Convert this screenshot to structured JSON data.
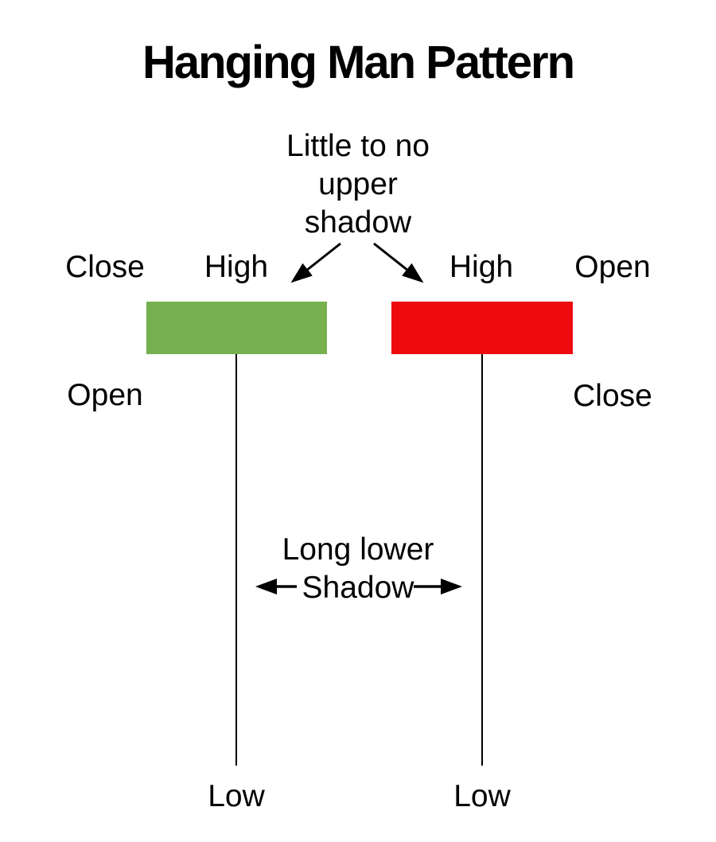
{
  "title": "Hanging Man Pattern",
  "colors": {
    "green": "#77B04E",
    "red": "#ED0B10",
    "ink": "#000000",
    "paper": "#FFFFFF"
  },
  "upper_annotation": {
    "line1": "Little to no",
    "line2": "upper",
    "line3": "shadow"
  },
  "lower_annotation": {
    "line1": "Long lower",
    "line2": "Shadow"
  },
  "left_candle": {
    "direction": "bullish",
    "body_color_ref": "green",
    "labels": {
      "close": "Close",
      "high": "High",
      "open": "Open",
      "low": "Low"
    }
  },
  "right_candle": {
    "direction": "bearish",
    "body_color_ref": "red",
    "labels": {
      "high": "High",
      "open": "Open",
      "close": "Close",
      "low": "Low"
    }
  }
}
